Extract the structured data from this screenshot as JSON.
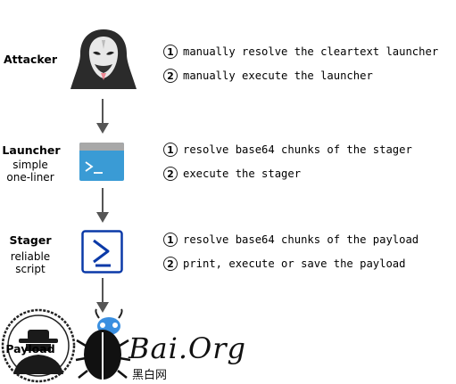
{
  "stages": [
    {
      "title": "Attacker",
      "subtitle": [
        "",
        ""
      ],
      "icon": "hooded-hacker-icon",
      "steps": [
        {
          "num": "1",
          "text": "manually resolve the cleartext launcher"
        },
        {
          "num": "2",
          "text": "manually execute the launcher"
        }
      ]
    },
    {
      "title": "Launcher",
      "subtitle": [
        "simple",
        "one-liner"
      ],
      "icon": "terminal-window-icon",
      "steps": [
        {
          "num": "1",
          "text": "resolve base64 chunks of the stager"
        },
        {
          "num": "2",
          "text": "execute the stager"
        }
      ]
    },
    {
      "title": "Stager",
      "subtitle": [
        "reliable",
        "script"
      ],
      "icon": "powershell-script-icon",
      "steps": [
        {
          "num": "1",
          "text": "resolve base64 chunks of the payload"
        },
        {
          "num": "2",
          "text": "print, execute or save the payload"
        }
      ]
    },
    {
      "title": "Payload",
      "subtitle": [
        "",
        ""
      ],
      "icon": "spy-seal-icon",
      "steps": []
    }
  ],
  "watermark": {
    "text": "Bai.Org",
    "subtext": "黑白网",
    "icon": "bug-logo-icon"
  },
  "colors": {
    "arrow": "#555555",
    "terminal_blue": "#3a9bd5",
    "terminal_bar": "#a8a8a8",
    "script_blue": "#0b3aa8",
    "hacker_dark": "#2b2b2b"
  }
}
